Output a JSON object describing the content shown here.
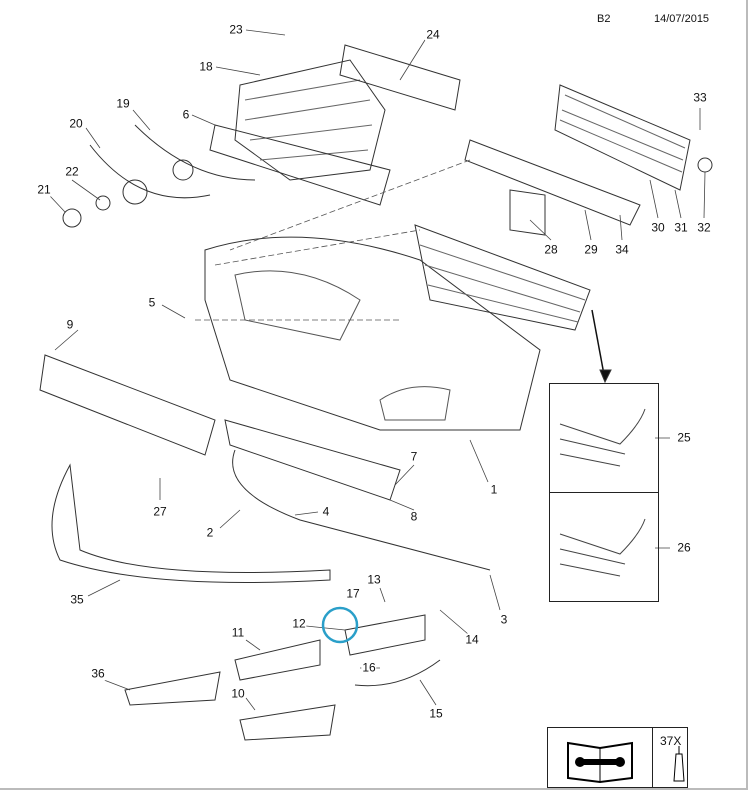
{
  "header": {
    "section": "B2",
    "date": "14/07/2015"
  },
  "callouts": [
    "23",
    "24",
    "18",
    "19",
    "6",
    "20",
    "22",
    "21",
    "33",
    "30",
    "31",
    "32",
    "28",
    "29",
    "34",
    "5",
    "9",
    "25",
    "26",
    "7",
    "1",
    "8",
    "4",
    "2",
    "27",
    "35",
    "3",
    "13",
    "17",
    "12",
    "14",
    "11",
    "16",
    "36",
    "10",
    "15"
  ],
  "legend": {
    "manual_icon": "repair-manual-icon",
    "adhesive_code": "37X",
    "adhesive_icon": "adhesive-tube-icon"
  },
  "highlight_color": "#2a9fc9"
}
